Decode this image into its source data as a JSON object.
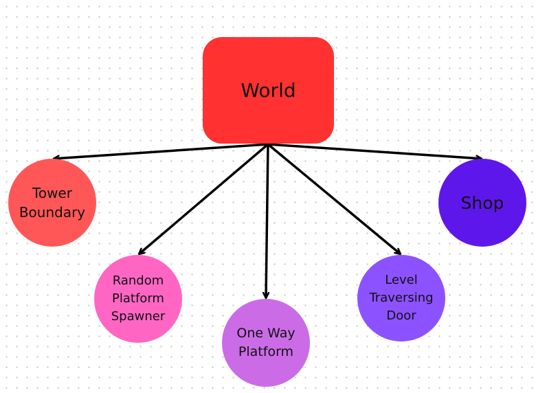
{
  "diagram": {
    "nodes": [
      {
        "id": "world",
        "label": "World",
        "shape": "rounded-rect",
        "color": "#ff3131"
      },
      {
        "id": "tower",
        "label": "Tower\nBoundary",
        "shape": "circle",
        "color": "#ff5757"
      },
      {
        "id": "random",
        "label": "Random\nPlatform\nSpawner",
        "shape": "circle",
        "color": "#ff66c4"
      },
      {
        "id": "oneway",
        "label": "One Way\nPlatform",
        "shape": "circle",
        "color": "#cb6ce6"
      },
      {
        "id": "level",
        "label": "Level\nTraversing\nDoor",
        "shape": "circle",
        "color": "#8c52ff"
      },
      {
        "id": "shop",
        "label": "Shop",
        "shape": "circle",
        "color": "#5e17eb"
      }
    ],
    "edges": [
      {
        "from": "world",
        "to": "tower"
      },
      {
        "from": "world",
        "to": "random"
      },
      {
        "from": "world",
        "to": "oneway"
      },
      {
        "from": "world",
        "to": "level"
      },
      {
        "from": "world",
        "to": "shop"
      }
    ],
    "edge_color": "#000000"
  }
}
